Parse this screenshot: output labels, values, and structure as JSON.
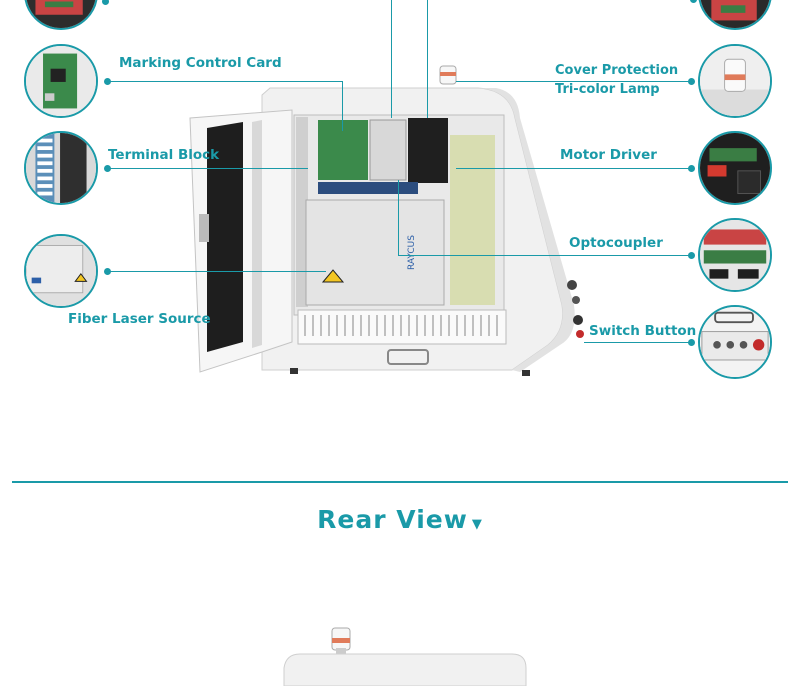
{
  "components": {
    "marking_control_card": "Marking Control Card",
    "terminal_block": "Terminal Block",
    "fiber_laser_source": "Fiber Laser Source",
    "cover_protection": "Cover Protection",
    "tri_color_lamp": "Tri-color Lamp",
    "motor_driver": "Motor Driver",
    "optocoupler": "Optocoupler",
    "switch_button": "Switch Button"
  },
  "source_panel": {
    "vendor_mark": "RAYCUS"
  },
  "rear_section": {
    "title": "Rear View",
    "arrow_icon": "▼"
  },
  "colors": {
    "accent": "#1a9aa8",
    "cabinet": "#f1f1f1",
    "panel_dark": "#1e1e1e"
  },
  "icons": [
    "marking-card-photo",
    "terminal-block-photo",
    "laser-source-photo",
    "board-photo",
    "lamp-photo",
    "motor-driver-photo",
    "optocoupler-photo",
    "switch-panel-photo",
    "rear-lamp-icon",
    "down-triangle-icon"
  ]
}
